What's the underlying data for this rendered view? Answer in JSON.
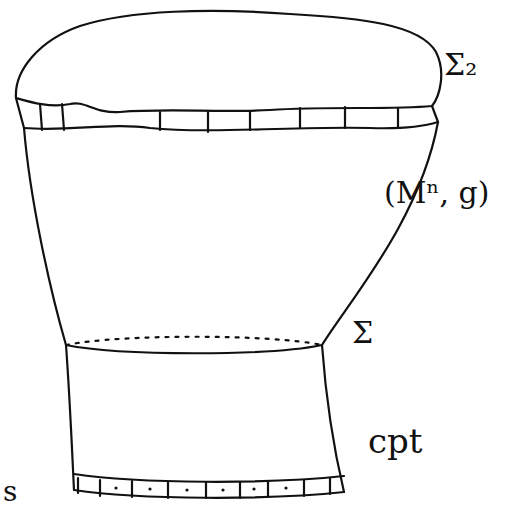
{
  "diagram": {
    "labels": [
      "Σ₂",
      "(Mⁿ, g)",
      "Σ",
      "cpt",
      "s"
    ]
  }
}
